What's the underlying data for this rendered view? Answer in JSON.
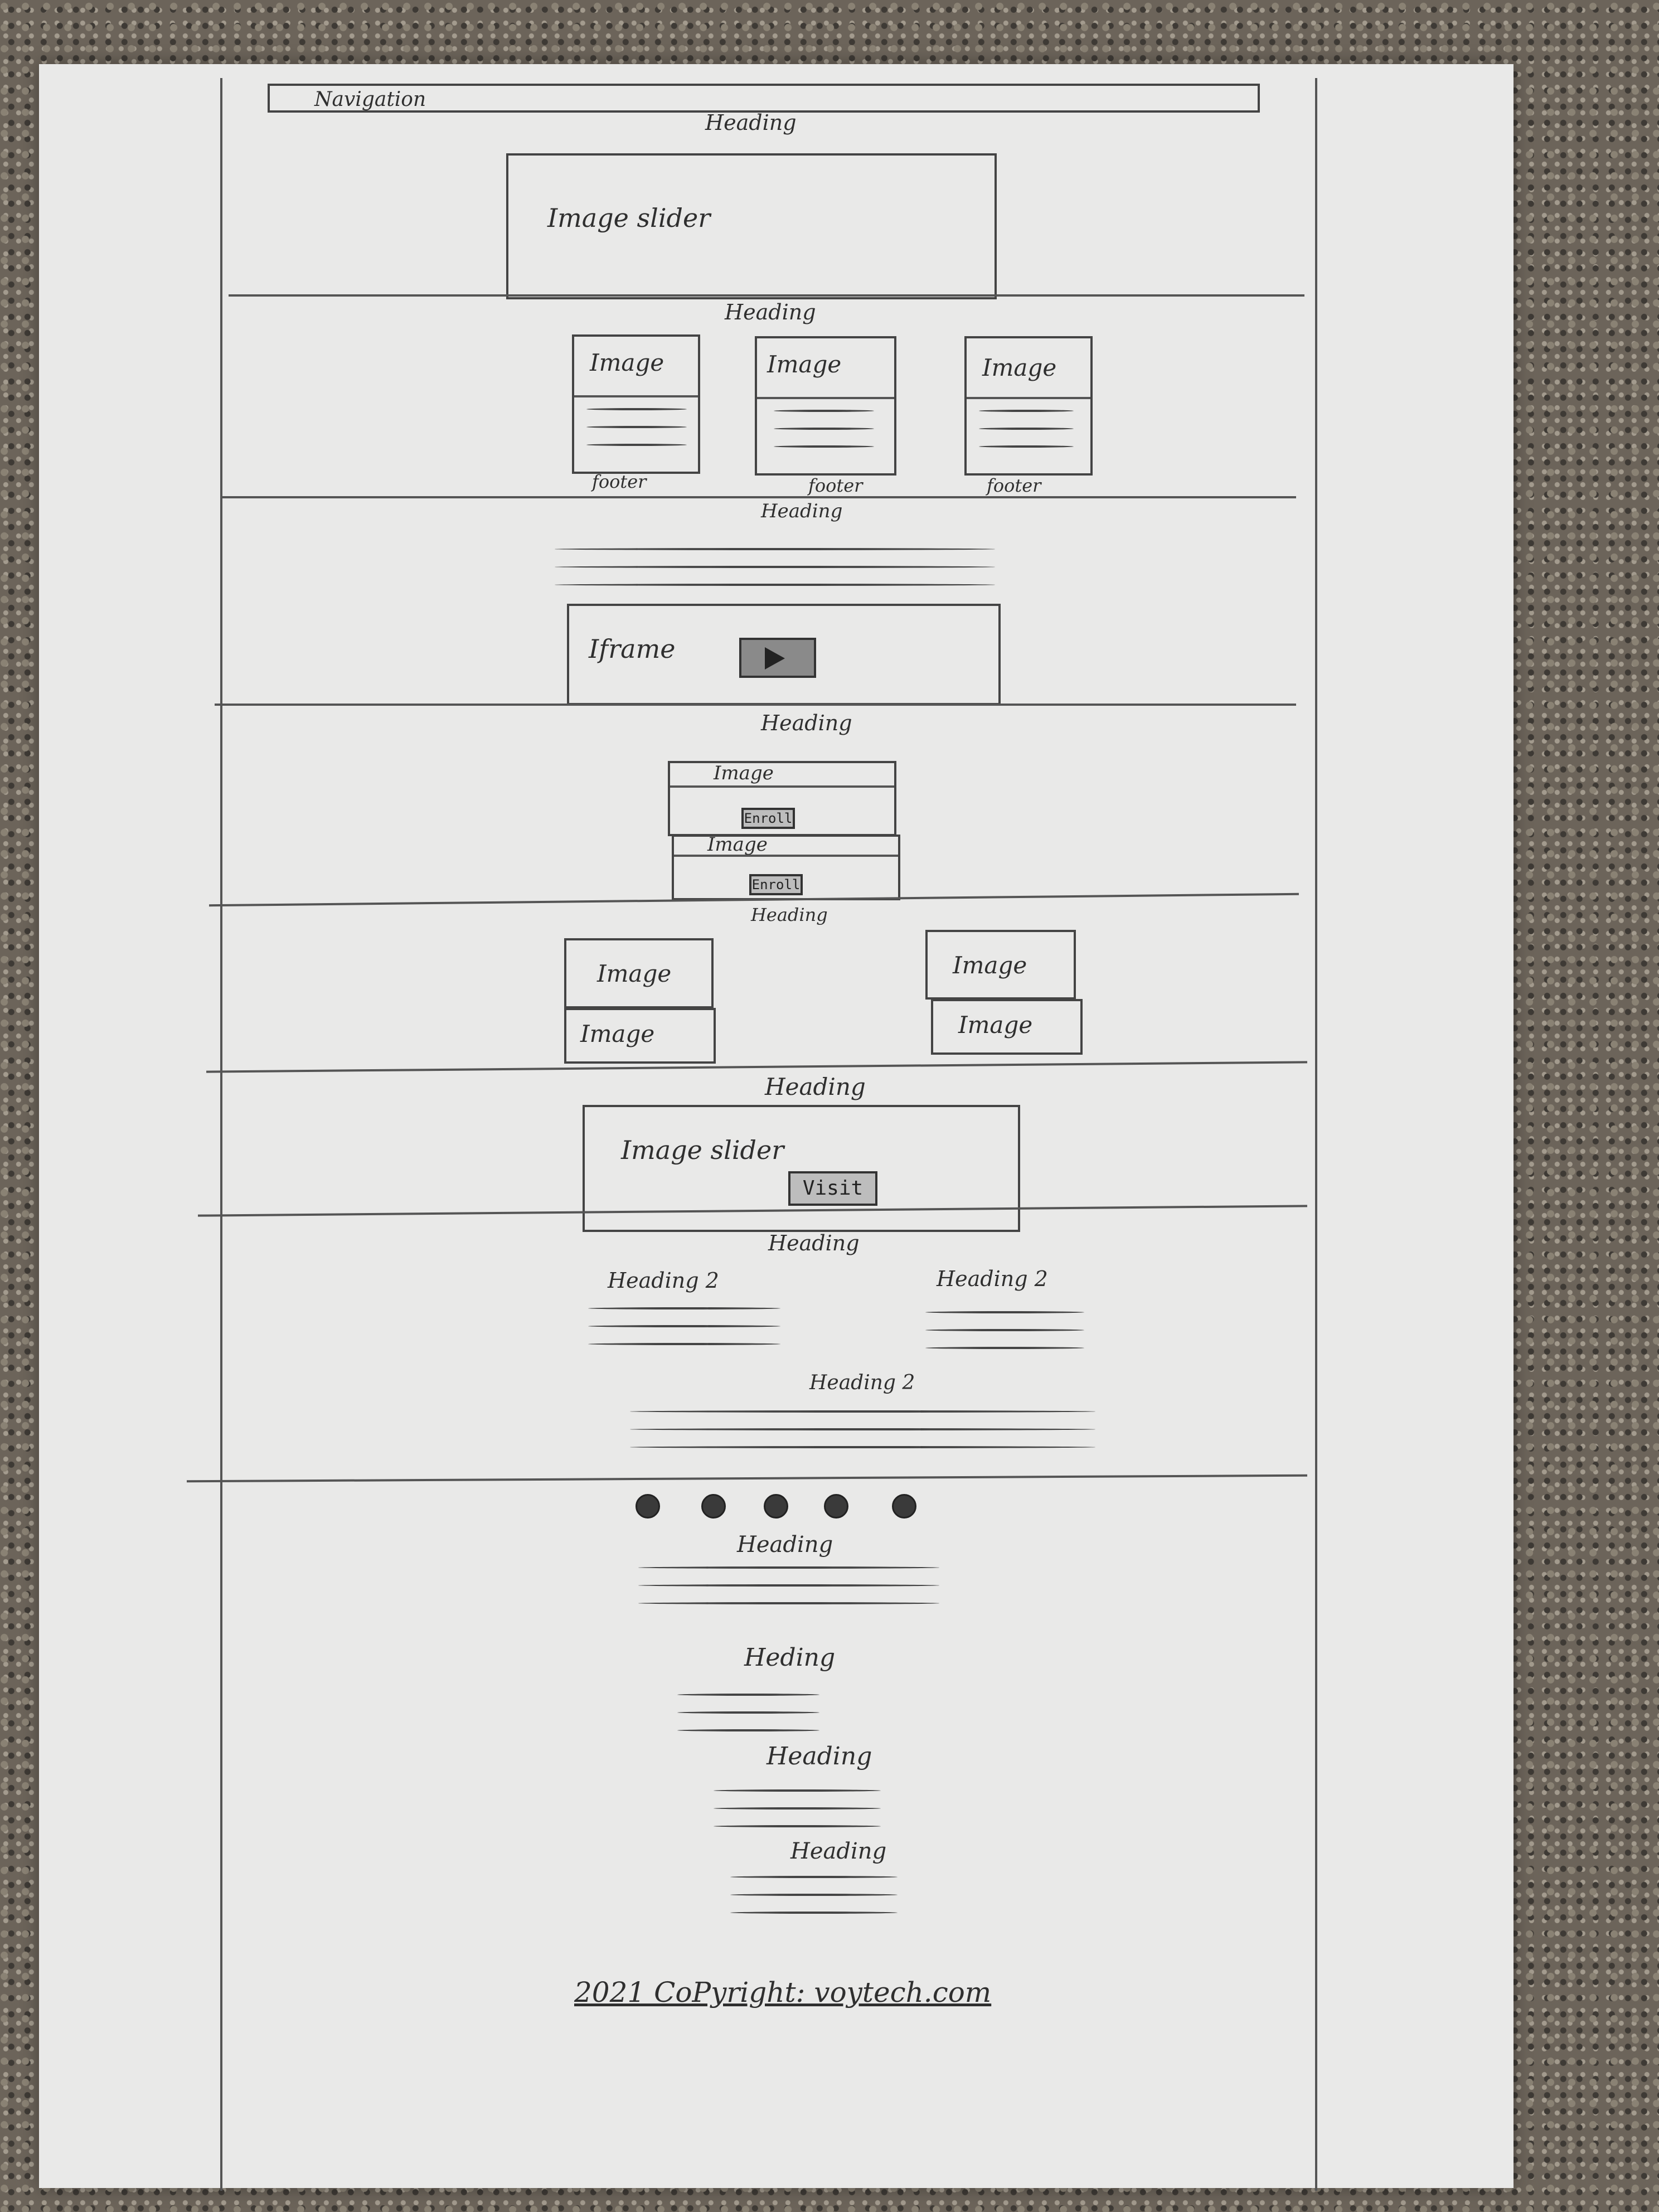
{
  "navigation": {
    "label": "Navigation"
  },
  "section1": {
    "heading": "Heading",
    "slider_label": "Image slider"
  },
  "section2": {
    "heading": "Heading",
    "cards": [
      {
        "image": "Image",
        "footer": "footer"
      },
      {
        "image": "Image",
        "footer": "footer"
      },
      {
        "image": "Image",
        "footer": "footer"
      }
    ]
  },
  "section3": {
    "heading": "Heading",
    "iframe_label": "Iframe"
  },
  "section4": {
    "heading": "Heading",
    "items": [
      {
        "image": "Image",
        "button": "Enroll"
      },
      {
        "image": "Image",
        "button": "Enroll"
      }
    ]
  },
  "section5": {
    "heading": "Heading",
    "images": [
      "Image",
      "Image",
      "Image",
      "Image"
    ]
  },
  "section6": {
    "heading": "Heading",
    "slider_label": "Image slider",
    "button": "Visit"
  },
  "section7": {
    "heading": "Heading",
    "subheadings": [
      "Heading 2",
      "Heading 2",
      "Heading 2"
    ]
  },
  "section8": {
    "dot_count": 5,
    "headings": [
      "Heading",
      "Heding",
      "Heading",
      "Heading"
    ]
  },
  "footer": {
    "copyright": "2021 CoPyright: voytech.com"
  }
}
